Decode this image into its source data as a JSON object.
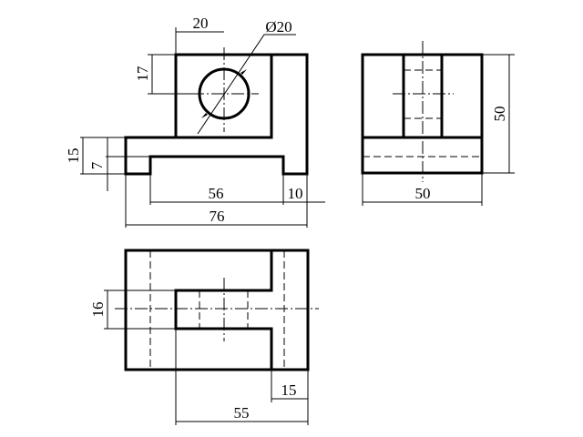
{
  "drawing": {
    "front_view": {
      "dim_hole_offset": "20",
      "dim_hole_diameter": "Ø20",
      "dim_hole_height": "17",
      "dim_base_height": "15",
      "dim_notch_height": "7",
      "dim_notch_width": "56",
      "dim_right_foot": "10",
      "dim_total_width": "76"
    },
    "side_view": {
      "dim_height": "50",
      "dim_width": "50"
    },
    "top_view": {
      "dim_slot_width": "16",
      "dim_right_wall": "15",
      "dim_slot_length": "55"
    }
  }
}
